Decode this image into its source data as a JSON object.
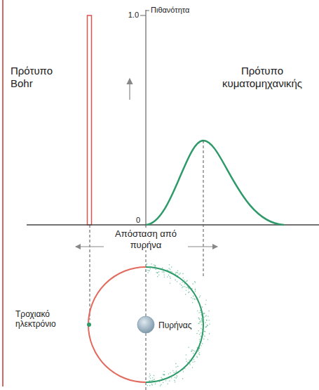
{
  "diagram": {
    "labels": [
      "Πιθανότητα",
      "1.0",
      "0",
      "Πρότυπο Bohr",
      "Πρότυπο κυματομηχανικής",
      "Απόσταση από πυρήνα",
      "Τροχιακό ηλεκτρόνιο",
      "Πυρήνας"
    ]
  }
}
